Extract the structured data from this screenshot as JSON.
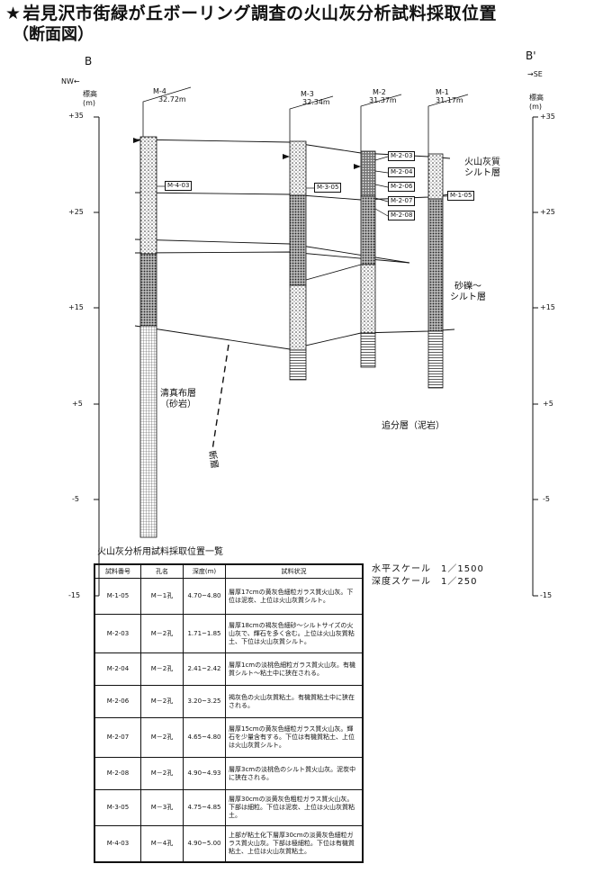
{
  "title": "岩見沢市街緑が丘ボーリング調査の火山灰分析試料採取位置",
  "subtitle": "（断面図）",
  "section": {
    "left_end": "B",
    "right_end": "B'",
    "left_dir": "NW←",
    "right_dir": "→SE",
    "left_axis_label": "標高",
    "left_axis_unit": "(m)",
    "right_axis_label": "標高",
    "right_axis_unit": "(m)",
    "left_ticks": [
      "+35",
      "+25",
      "+15",
      "+5",
      "-5",
      "-15"
    ],
    "right_ticks": [
      "+35",
      "+25",
      "+15",
      "+5",
      "-5",
      "-15"
    ]
  },
  "boreholes": [
    {
      "name": "M-4",
      "elevation": "32.72m"
    },
    {
      "name": "M-3",
      "elevation": "32.34m"
    },
    {
      "name": "M-2",
      "elevation": "31.37m"
    },
    {
      "name": "M-1",
      "elevation": "31.17m"
    }
  ],
  "sample_markers": [
    "M-4-03",
    "M-3-05",
    "M-2-03",
    "M-2-04",
    "M-2-06",
    "M-2-07",
    "M-2-08",
    "M-1-05"
  ],
  "strata": {
    "ash_silt": "火山灰質\nシルト層",
    "gravel_silt": "砂礫～\nシルト層",
    "kiyomaetsu": "清真布層\n（砂岩）",
    "oiwake": "追分層（泥岩）",
    "fault": "断層"
  },
  "scales": {
    "horizontal": "水平スケール　1／1500",
    "vertical": "深度スケール　1／250"
  },
  "table": {
    "title": "火山灰分析用試料採取位置一覧",
    "headers": [
      "試料番号",
      "孔名",
      "深度(m)",
      "試料状況"
    ],
    "rows": [
      {
        "id": "M-1-05",
        "hole": "M－1孔",
        "depth": "4.70~4.80",
        "desc": "層厚17cmの黄灰色細粒ガラス質火山灰。下位は泥炭、上位は火山灰質シルト。"
      },
      {
        "id": "M-2-03",
        "hole": "M－2孔",
        "depth": "1.71~1.85",
        "desc": "層厚18cmの褐灰色細砂～シルトサイズの火山灰で、輝石を多く含む。上位は火山灰質粘土、下位は火山灰質シルト。"
      },
      {
        "id": "M-2-04",
        "hole": "M－2孔",
        "depth": "2.41~2.42",
        "desc": "層厚1cmの淡桃色細粒ガラス質火山灰。有機質シルト～粘土中に狭在される。"
      },
      {
        "id": "M-2-06",
        "hole": "M－2孔",
        "depth": "3.20~3.25",
        "desc": "褐灰色の火山灰質粘土。有機質粘土中に狭在される。"
      },
      {
        "id": "M-2-07",
        "hole": "M－2孔",
        "depth": "4.65~4.80",
        "desc": "層厚15cmの黄灰色細粒ガラス質火山灰。輝石を少量含有する。下位は有機質粘土、上位は火山灰質シルト。"
      },
      {
        "id": "M-2-08",
        "hole": "M－2孔",
        "depth": "4.90~4.93",
        "desc": "層厚3cmの淡桃色のシルト質火山灰。泥炭中に狭在される。"
      },
      {
        "id": "M-3-05",
        "hole": "M－3孔",
        "depth": "4.75~4.85",
        "desc": "層厚30cmの淡黄灰色粗粒ガラス質火山灰。下部は細粒。下位は泥炭、上位は火山灰質粘土。"
      },
      {
        "id": "M-4-03",
        "hole": "M－4孔",
        "depth": "4.90~5.00",
        "desc": "上部が粘土化下層厚30cmの淡黄灰色細粒ガラス質火山灰。下部は極細粒。下位は有機質粘土、上位は火山灰質粘土。"
      }
    ]
  }
}
